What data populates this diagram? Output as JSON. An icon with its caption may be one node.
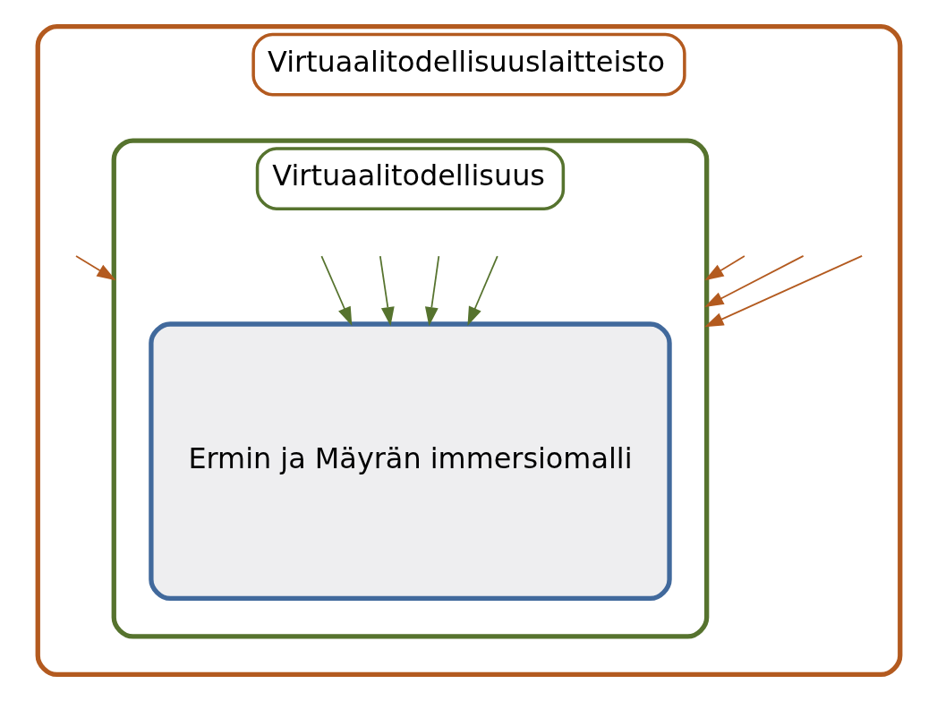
{
  "diagram": {
    "nodes": [
      {
        "text": [
          "Virtuaalitodellisuuslaitteisto"
        ]
      },
      {
        "text": [
          "Virtuaalitodellisuus"
        ],
        "in": 0
      },
      {
        "text": [
          "Ermin ja Mäyrän immersiomalli"
        ],
        "in": 1
      }
    ],
    "edges": [
      {
        "from": null,
        "to": 1,
        "arrow": "to",
        "color": "#b35a1f"
      },
      {
        "from": null,
        "to": 1,
        "arrow": "to",
        "color": "#b35a1f"
      },
      {
        "from": null,
        "to": 1,
        "arrow": "to",
        "color": "#b35a1f"
      },
      {
        "from": null,
        "to": 1,
        "arrow": "to",
        "color": "#b35a1f"
      },
      {
        "from": null,
        "to": 2,
        "arrow": "to",
        "color": "#56732e"
      },
      {
        "from": null,
        "to": 2,
        "arrow": "to",
        "color": "#56732e"
      },
      {
        "from": null,
        "to": 2,
        "arrow": "to",
        "color": "#56732e"
      },
      {
        "from": null,
        "to": 2,
        "arrow": "to",
        "color": "#56732e"
      }
    ]
  }
}
